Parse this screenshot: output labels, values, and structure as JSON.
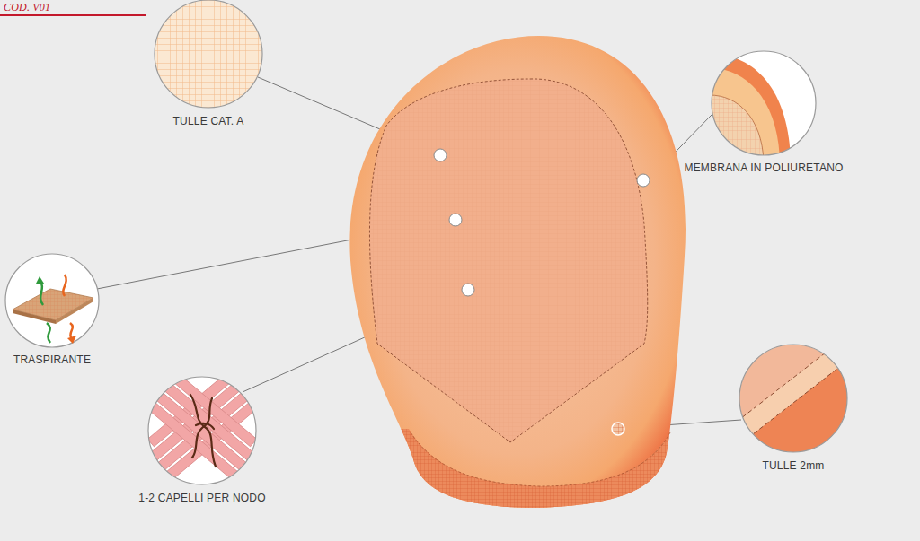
{
  "diagram": {
    "labels": [
      "COD. V01",
      "TULLE CAT. A",
      "TRASPIRANTE",
      "1-2 CAPELLI PER NODO",
      "MEMBRANA IN POLIURETANO",
      "TULLE 2mm"
    ]
  }
}
